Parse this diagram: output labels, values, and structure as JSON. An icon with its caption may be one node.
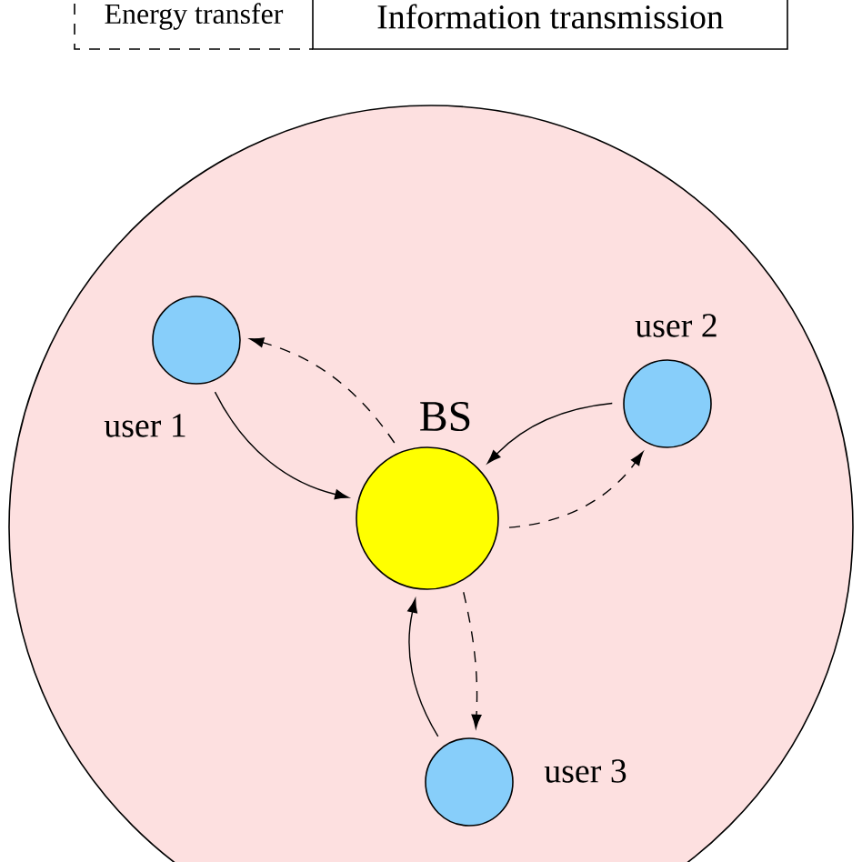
{
  "diagram": {
    "nodes": [
      {
        "text": [
          "user 1"
        ]
      },
      {
        "text": [
          "user 2"
        ]
      },
      {
        "text": [
          "BS"
        ]
      },
      {
        "text": [
          "user 3"
        ]
      }
    ],
    "edges": [
      {
        "from": 0,
        "to": 2,
        "arrow": "to"
      },
      {
        "from": 2,
        "to": 0,
        "arrow": "to",
        "style": "dashed"
      },
      {
        "from": 1,
        "to": 2,
        "arrow": "to"
      },
      {
        "from": 2,
        "to": 1,
        "arrow": "to",
        "style": "dashed"
      },
      {
        "from": 3,
        "to": 2,
        "arrow": "to"
      },
      {
        "from": 2,
        "to": 3,
        "arrow": "to",
        "style": "dashed"
      }
    ],
    "legend": [
      {
        "text": "Energy transfer"
      },
      {
        "text": "Information transmission"
      }
    ]
  }
}
